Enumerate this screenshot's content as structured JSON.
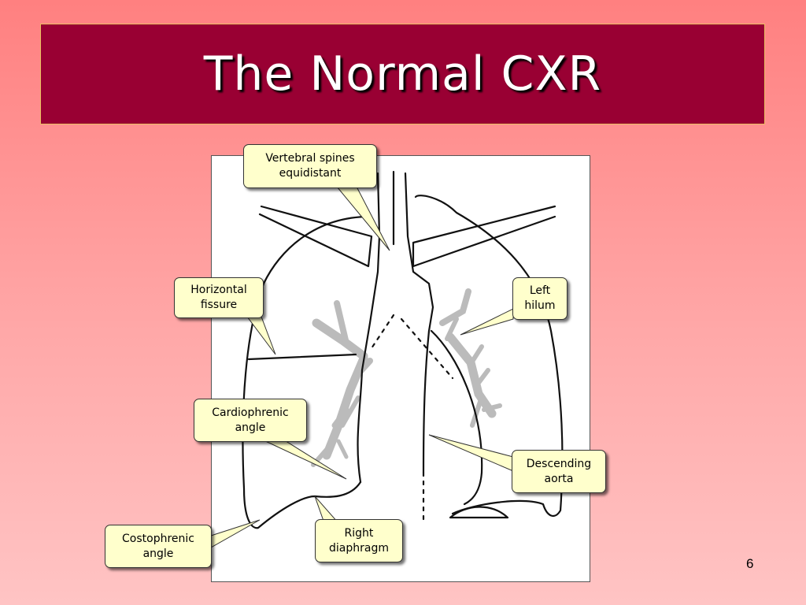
{
  "slide": {
    "title": "The Normal CXR",
    "number": "6",
    "colors": {
      "title_bar": "#990033",
      "callout_fill": "#ffffcc",
      "vessel_gray": "#bbbbbb"
    }
  },
  "labels": {
    "vertebral": "Vertebral spines\nequidistant",
    "horizontal": "Horizontal\nfissure",
    "left_hilum": "Left\nhilum",
    "cardiophrenic": "Cardiophrenic\nangle",
    "descending": "Descending\naorta",
    "right_diaphragm": "Right\ndiaphragm",
    "costophrenic": "Costophrenic\nangle"
  }
}
